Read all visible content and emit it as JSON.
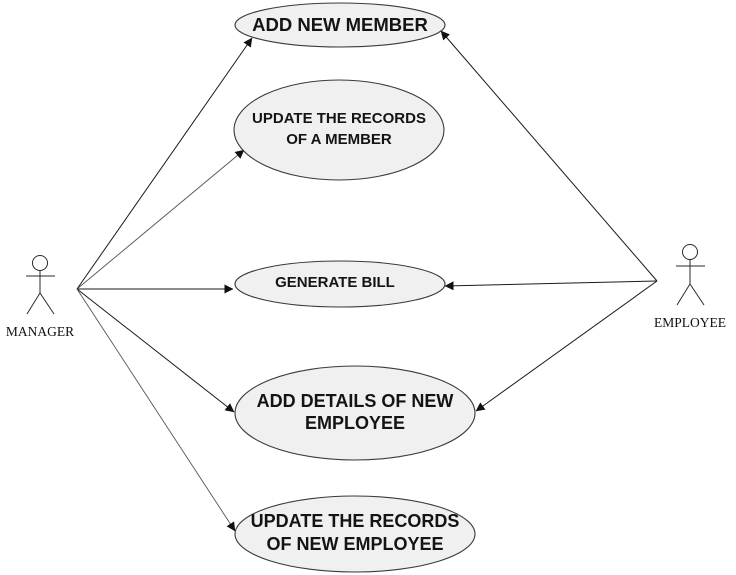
{
  "actors": {
    "manager": {
      "label": "MANAGER"
    },
    "employee": {
      "label": "EMPLOYEE"
    }
  },
  "use_cases": [
    {
      "id": "add-new-member",
      "lines": [
        "ADD NEW MEMBER"
      ]
    },
    {
      "id": "update-member-records",
      "lines": [
        "UPDATE THE RECORDS",
        "OF A MEMBER"
      ]
    },
    {
      "id": "generate-bill",
      "lines": [
        "GENERATE BILL"
      ]
    },
    {
      "id": "add-employee-details",
      "lines": [
        "ADD DETAILS OF NEW",
        "EMPLOYEE"
      ]
    },
    {
      "id": "update-employee-records",
      "lines": [
        "UPDATE THE RECORDS",
        "OF NEW EMPLOYEE"
      ]
    }
  ],
  "associations": [
    {
      "from": "manager",
      "to": "add-new-member"
    },
    {
      "from": "manager",
      "to": "update-member-records"
    },
    {
      "from": "manager",
      "to": "generate-bill"
    },
    {
      "from": "manager",
      "to": "add-employee-details"
    },
    {
      "from": "manager",
      "to": "update-employee-records"
    },
    {
      "from": "employee",
      "to": "add-new-member"
    },
    {
      "from": "employee",
      "to": "generate-bill"
    },
    {
      "from": "employee",
      "to": "add-employee-details"
    }
  ]
}
